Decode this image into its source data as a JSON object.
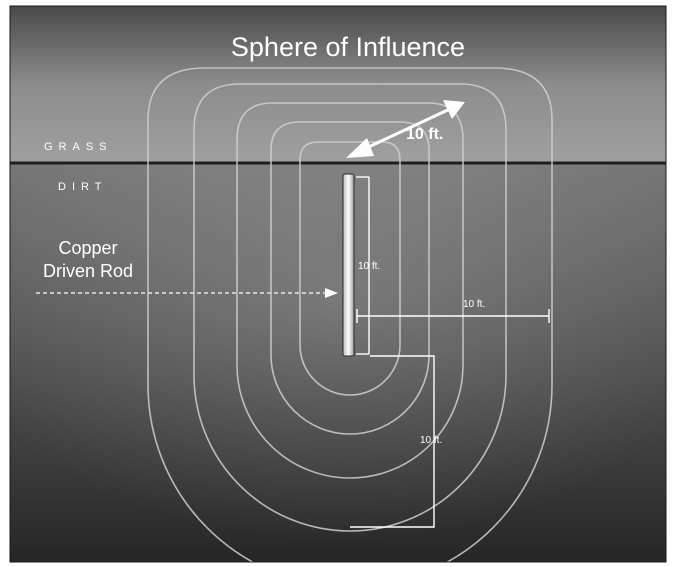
{
  "title": "Sphere of Influence",
  "layers": {
    "top": "GRASS",
    "bottom": "DIRT"
  },
  "rod_label": {
    "line1": "Copper",
    "line2": "Driven Rod"
  },
  "measurements": {
    "radius_diagonal": "10 ft.",
    "rod_length": "10 ft.",
    "horizontal_extent": "10 ft.",
    "vertical_extent": "10 ft."
  },
  "colors": {
    "grass_band": "#8a8a8a",
    "dirt_top": "#6e6e6e",
    "dirt_bottom": "#2c2c2c",
    "lines": "#d8d8d8",
    "text": "#ffffff"
  }
}
